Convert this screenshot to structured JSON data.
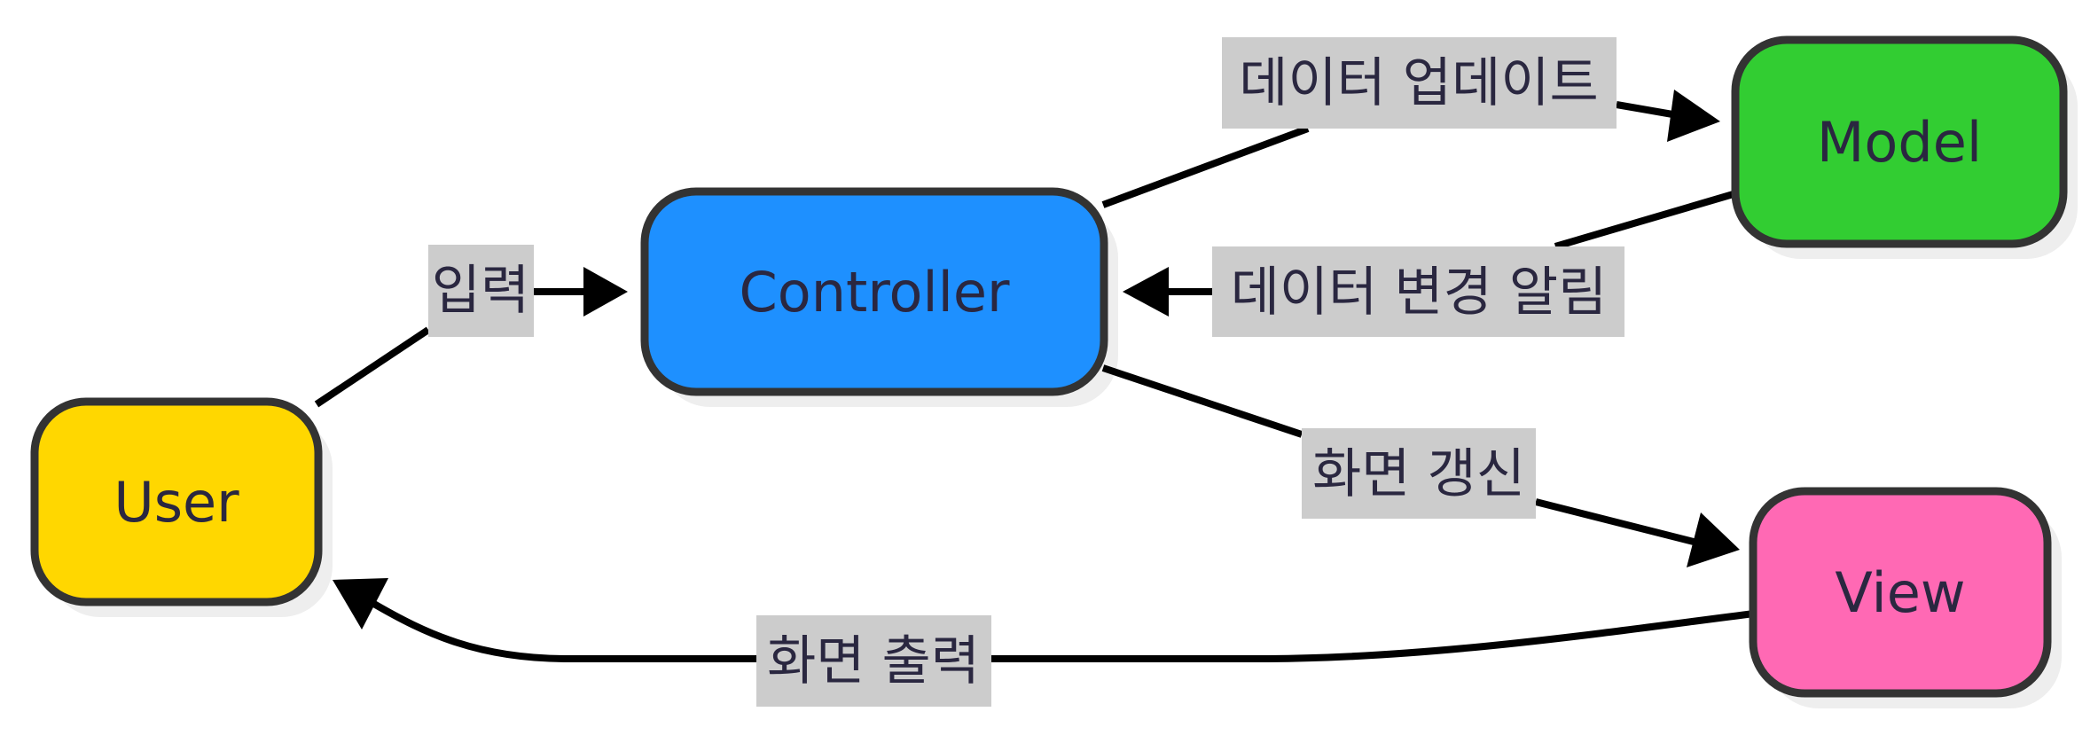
{
  "diagram": {
    "type": "flowchart",
    "title": "",
    "nodes": [
      {
        "id": "user",
        "label": "User",
        "fill": "#FFD700"
      },
      {
        "id": "controller",
        "label": "Controller",
        "fill": "#1E90FF"
      },
      {
        "id": "model",
        "label": "Model",
        "fill": "#32CD32"
      },
      {
        "id": "view",
        "label": "View",
        "fill": "#FF69B4"
      }
    ],
    "edges": [
      {
        "from": "user",
        "to": "controller",
        "label": "입력"
      },
      {
        "from": "controller",
        "to": "model",
        "label": "데이터 업데이트"
      },
      {
        "from": "model",
        "to": "controller",
        "label": "데이터 변경 알림"
      },
      {
        "from": "controller",
        "to": "view",
        "label": "화면 갱신"
      },
      {
        "from": "view",
        "to": "user",
        "label": "화면 출력"
      }
    ],
    "style": {
      "node_border": "#333333",
      "edge_color": "#000000",
      "label_background": "#CCCCCC",
      "text_color": "#2A2740",
      "shadow": "#EEEEEE"
    }
  }
}
